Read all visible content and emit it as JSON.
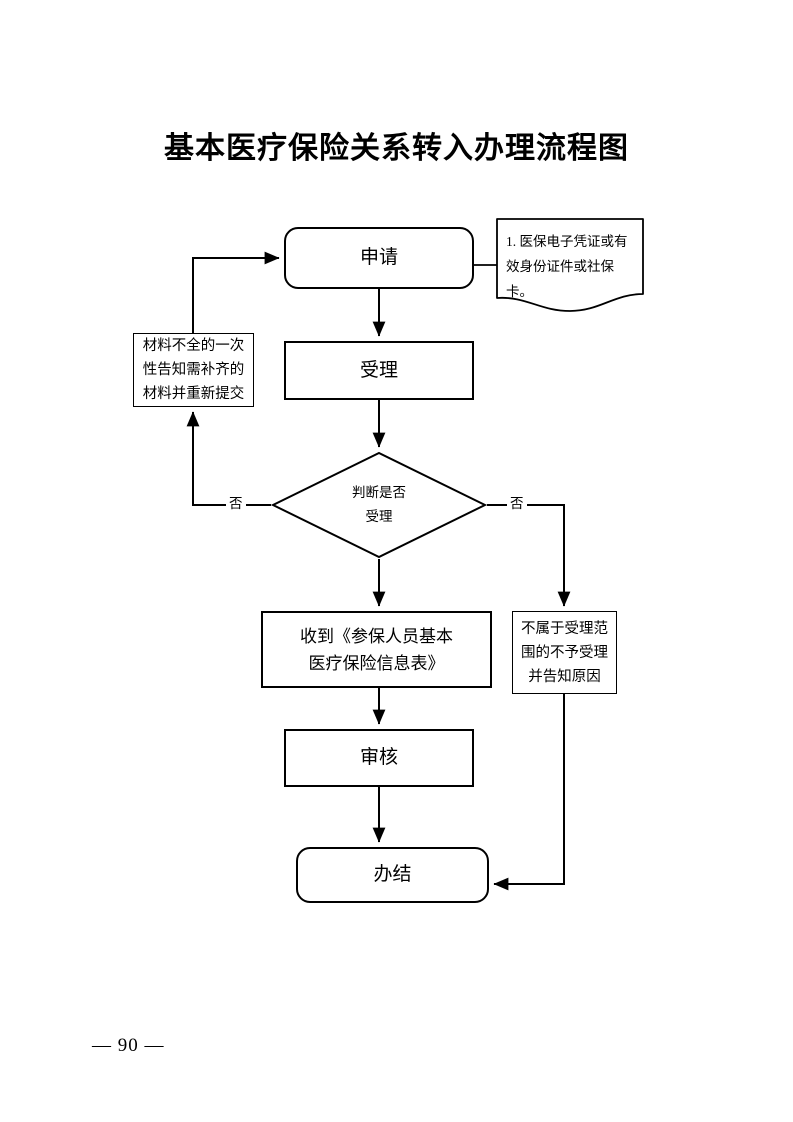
{
  "document": {
    "title": "基本医疗保险关系转入办理流程图",
    "page_number": "— 90 —"
  },
  "flowchart": {
    "nodes": {
      "apply": {
        "label": "申请",
        "shape": "rounded-rectangle"
      },
      "note": {
        "label": "1. 医保电子凭证或有\n效身份证件或社保卡。",
        "shape": "document"
      },
      "incomplete": {
        "label": "材料不全的一次\n性告知需补齐的\n材料并重新提交",
        "shape": "rectangle"
      },
      "accept": {
        "label": "受理",
        "shape": "rectangle"
      },
      "decision": {
        "label": "判断是否\n受理",
        "shape": "diamond"
      },
      "received": {
        "label": "收到《参保人员基本\n医疗保险信息表》",
        "shape": "rectangle"
      },
      "reject": {
        "label": "不属于受理范\n围的不予受理\n并告知原因",
        "shape": "rectangle"
      },
      "review": {
        "label": "审核",
        "shape": "rectangle"
      },
      "done": {
        "label": "办结",
        "shape": "rounded-rectangle"
      }
    },
    "branch_labels": {
      "no_left": "否",
      "no_right": "否"
    },
    "colors": {
      "stroke": "#000000",
      "fill": "#ffffff",
      "text": "#000000"
    },
    "edges": [
      {
        "from": "apply",
        "to": "accept",
        "label": ""
      },
      {
        "from": "apply",
        "to": "note",
        "label": ""
      },
      {
        "from": "accept",
        "to": "decision",
        "label": ""
      },
      {
        "from": "decision",
        "to": "incomplete",
        "label": "否"
      },
      {
        "from": "incomplete",
        "to": "apply",
        "label": ""
      },
      {
        "from": "decision",
        "to": "reject",
        "label": "否"
      },
      {
        "from": "decision",
        "to": "received",
        "label": ""
      },
      {
        "from": "received",
        "to": "review",
        "label": ""
      },
      {
        "from": "review",
        "to": "done",
        "label": ""
      },
      {
        "from": "reject",
        "to": "done",
        "label": ""
      }
    ]
  }
}
